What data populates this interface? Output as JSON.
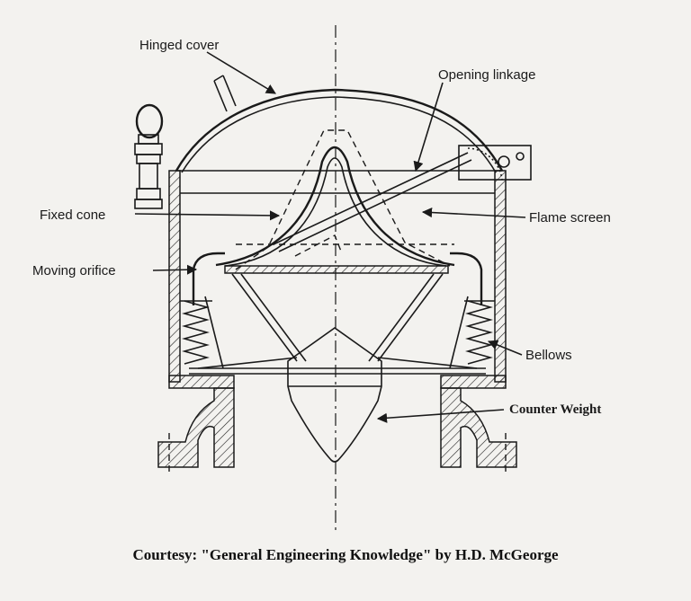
{
  "labels": {
    "hinged_cover": "Hinged cover",
    "opening_linkage": "Opening linkage",
    "fixed_cone": "Fixed cone",
    "flame_screen": "Flame screen",
    "moving_orifice": "Moving orifice",
    "bellows": "Bellows",
    "counter_weight": "Counter Weight"
  },
  "caption": "Courtesy: \"General Engineering Knowledge\" by H.D. McGeorge"
}
